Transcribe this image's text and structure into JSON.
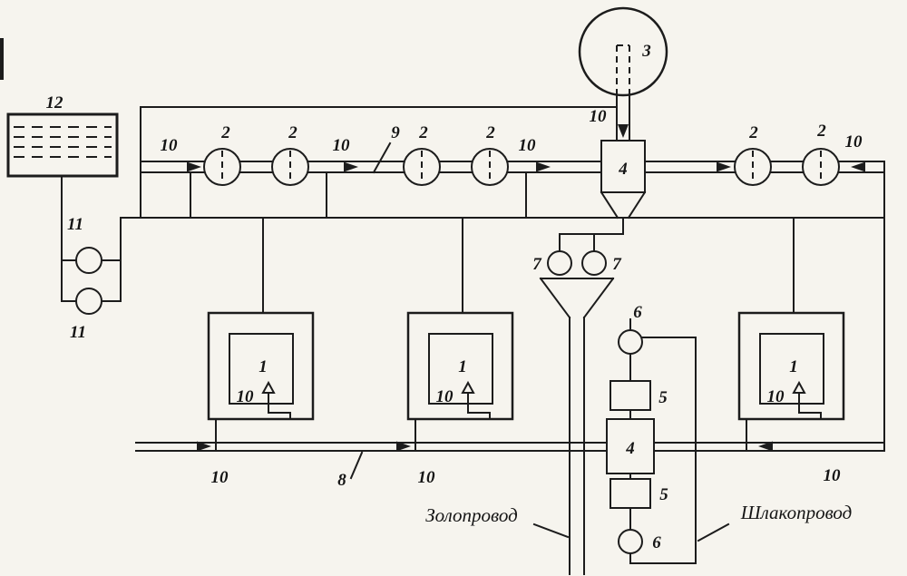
{
  "canvas": {
    "paper_color": "#f6f4ee",
    "ink_color": "#1c1c1c"
  },
  "labels": {
    "n1": "1",
    "n2": "2",
    "n3": "3",
    "n4": "4",
    "n5": "5",
    "n6": "6",
    "n7": "7",
    "n8": "8",
    "n9": "9",
    "n10": "10",
    "n11": "11",
    "n12": "12",
    "ash_pipeline": "Золопровод",
    "slag_pipeline": "Шлакопровод"
  }
}
